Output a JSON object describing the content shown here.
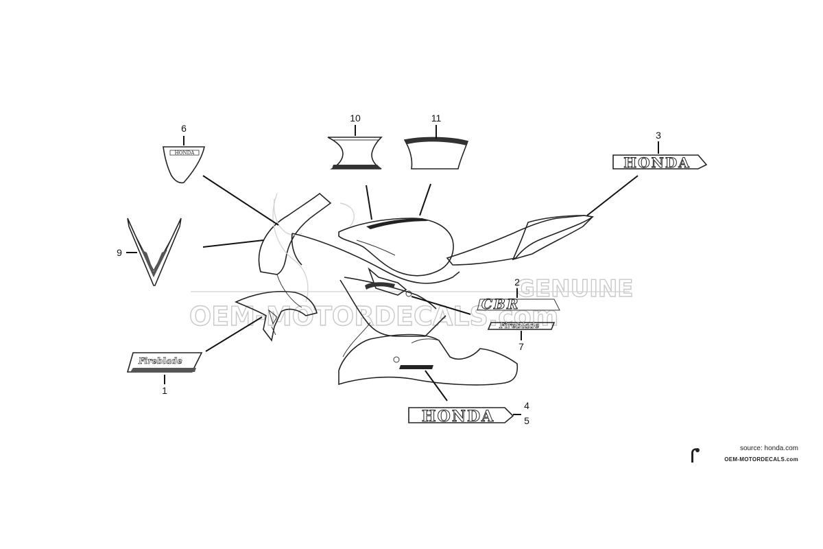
{
  "callouts": {
    "n1": "1",
    "n2": "2",
    "n3": "3",
    "n4": "4",
    "n5": "5",
    "n6": "6",
    "n7": "7",
    "n9": "9",
    "n10": "10",
    "n11": "11"
  },
  "decals": {
    "honda_small": "HONDA",
    "honda_large_upper": "HONDA",
    "honda_large_lower": "HONDA",
    "cbr": "CBR",
    "fireblade": "Fireblade"
  },
  "watermark": {
    "line1": "GENUINE",
    "line2": "OEM-MOTORDECALS.com"
  },
  "source": {
    "label": "source: honda.com",
    "site": "OEM-MOTORDECALS.com"
  },
  "colors": {
    "line": "#222222",
    "watermark": "#c8c8c8",
    "background": "#ffffff"
  }
}
